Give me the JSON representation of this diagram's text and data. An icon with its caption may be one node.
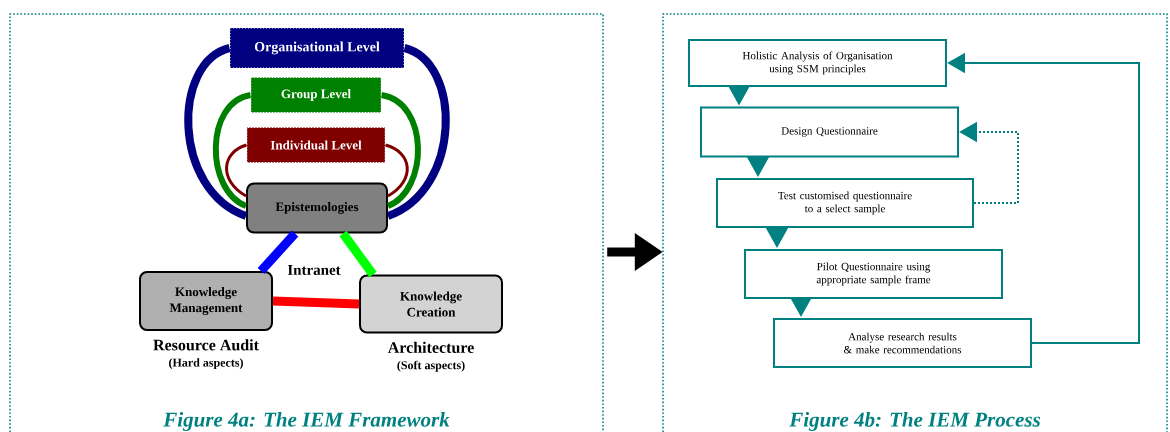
{
  "diagram": {
    "nodes": [
      {
        "text": [
          "Figure 4a: The IEM Framework"
        ]
      },
      {
        "text": [
          "Figure 4b: The IEM Process"
        ]
      },
      {
        "text": [
          "Organisational Level"
        ],
        "in": 0
      },
      {
        "text": [
          "Group Level"
        ],
        "in": 0
      },
      {
        "text": [
          "Individual Level"
        ],
        "in": 0
      },
      {
        "text": [
          "Epistemologies"
        ],
        "in": 0
      },
      {
        "text": [
          "Knowledge Management"
        ],
        "in": 0,
        "beside": [
          "Resource Audit",
          "(Hard aspects)"
        ]
      },
      {
        "text": [
          "Knowledge Creation"
        ],
        "in": 0,
        "beside": [
          "Architecture",
          "(Soft aspects)"
        ]
      },
      {
        "text": [
          "Holistic Analysis of Organisation using SSM principles"
        ],
        "in": 1
      },
      {
        "text": [
          "Design Questionnaire"
        ],
        "in": 1
      },
      {
        "text": [
          "Test customised questionnaire to a select sample"
        ],
        "in": 1
      },
      {
        "text": [
          "Pilot Questionnaire using appropriate sample frame"
        ],
        "in": 1
      },
      {
        "text": [
          "Analyse research results & make recommendations"
        ],
        "in": 1
      }
    ],
    "edges": [
      {
        "from": 2,
        "to": 5,
        "arrow": "none",
        "color": "#000080"
      },
      {
        "from": 2,
        "to": 5,
        "arrow": "none",
        "color": "#000080"
      },
      {
        "from": 3,
        "to": 5,
        "arrow": "none",
        "color": "#008000"
      },
      {
        "from": 3,
        "to": 5,
        "arrow": "none",
        "color": "#008000"
      },
      {
        "from": 4,
        "to": 5,
        "arrow": "none",
        "color": "#800000"
      },
      {
        "from": 4,
        "to": 5,
        "arrow": "none",
        "color": "#800000"
      },
      {
        "from": 5,
        "to": 6,
        "arrow": "none",
        "color": "#0000ff"
      },
      {
        "from": 5,
        "to": 7,
        "arrow": "none",
        "color": "#00ff00"
      },
      {
        "from": 6,
        "to": 7,
        "arrow": "none",
        "color": "#ff0000"
      },
      {
        "from": 0,
        "to": 1,
        "arrow": "to",
        "color": "#000000"
      },
      {
        "from": 8,
        "to": 9,
        "arrow": "to",
        "color": "#008080"
      },
      {
        "from": 9,
        "to": 10,
        "arrow": "to",
        "color": "#008080"
      },
      {
        "from": 10,
        "to": 11,
        "arrow": "to",
        "color": "#008080"
      },
      {
        "from": 11,
        "to": 12,
        "arrow": "to",
        "color": "#008080"
      },
      {
        "from": 12,
        "to": 8,
        "arrow": "to",
        "color": "#008080"
      },
      {
        "from": 10,
        "to": 9,
        "arrow": "to",
        "style": "dashed",
        "color": "#008080"
      }
    ],
    "labels": [
      "Intranet"
    ]
  }
}
